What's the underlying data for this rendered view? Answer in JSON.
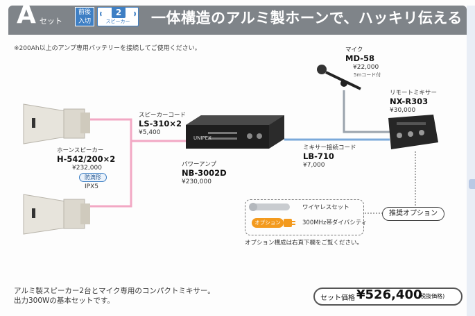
{
  "header": {
    "set_letter": "A",
    "set_word": "セット",
    "badge_front_top": "前後",
    "badge_front_bottom": "入切",
    "badge_speaker_count": "2",
    "badge_speaker_label": "スピーカー",
    "title": "一体構造のアルミ製ホーンで、ハッキリ伝える"
  },
  "note": "※200Ah以上のアンプ専用バッテリーを接続してご使用ください。",
  "components": {
    "speaker": {
      "category": "ホーンスピーカー",
      "model": "H-542/200×2",
      "price": "¥232,000",
      "weatherproof": "防滴形",
      "ip_rating": "IPX5"
    },
    "speaker_cord": {
      "category": "スピーカーコード",
      "model": "LS-310×2",
      "price": "¥5,400"
    },
    "amp": {
      "category": "パワーアンプ",
      "model": "NB-3002D",
      "price": "¥230,000",
      "brand": "UNIPEX"
    },
    "mixer_cable": {
      "category": "ミキサー接続コード",
      "model": "LB-710",
      "price": "¥7,000"
    },
    "mic": {
      "category": "マイク",
      "model": "MD-58",
      "price": "¥22,000",
      "note": "5mコード付"
    },
    "mixer": {
      "category": "リモートミキサー",
      "model": "NX-R303",
      "price": "¥30,000"
    }
  },
  "options": {
    "wireless_label": "ワイヤレスセット",
    "option_badge": "オプション",
    "diversity_label": "300MHz帯ダイバシティ",
    "caption": "オプション構成は右頁下欄をご覧ください。",
    "recommended": "推奨オプション"
  },
  "bottom": {
    "line1": "アルミ製スピーカー2台とマイク専用のコンパクトミキサー。",
    "line2": "出力300Wの基本セットです。",
    "price_label": "セット価格",
    "price_value": "¥526,400",
    "tax_note": "(税抜価格)"
  },
  "colors": {
    "header_gray": "#7f8489",
    "accent_blue": "#3e7fc4",
    "pink_cable": "#f2a8c4",
    "blue_cable": "#7aa9da",
    "gray_cable": "#9aa3ad",
    "option_orange": "#f39a1e"
  }
}
